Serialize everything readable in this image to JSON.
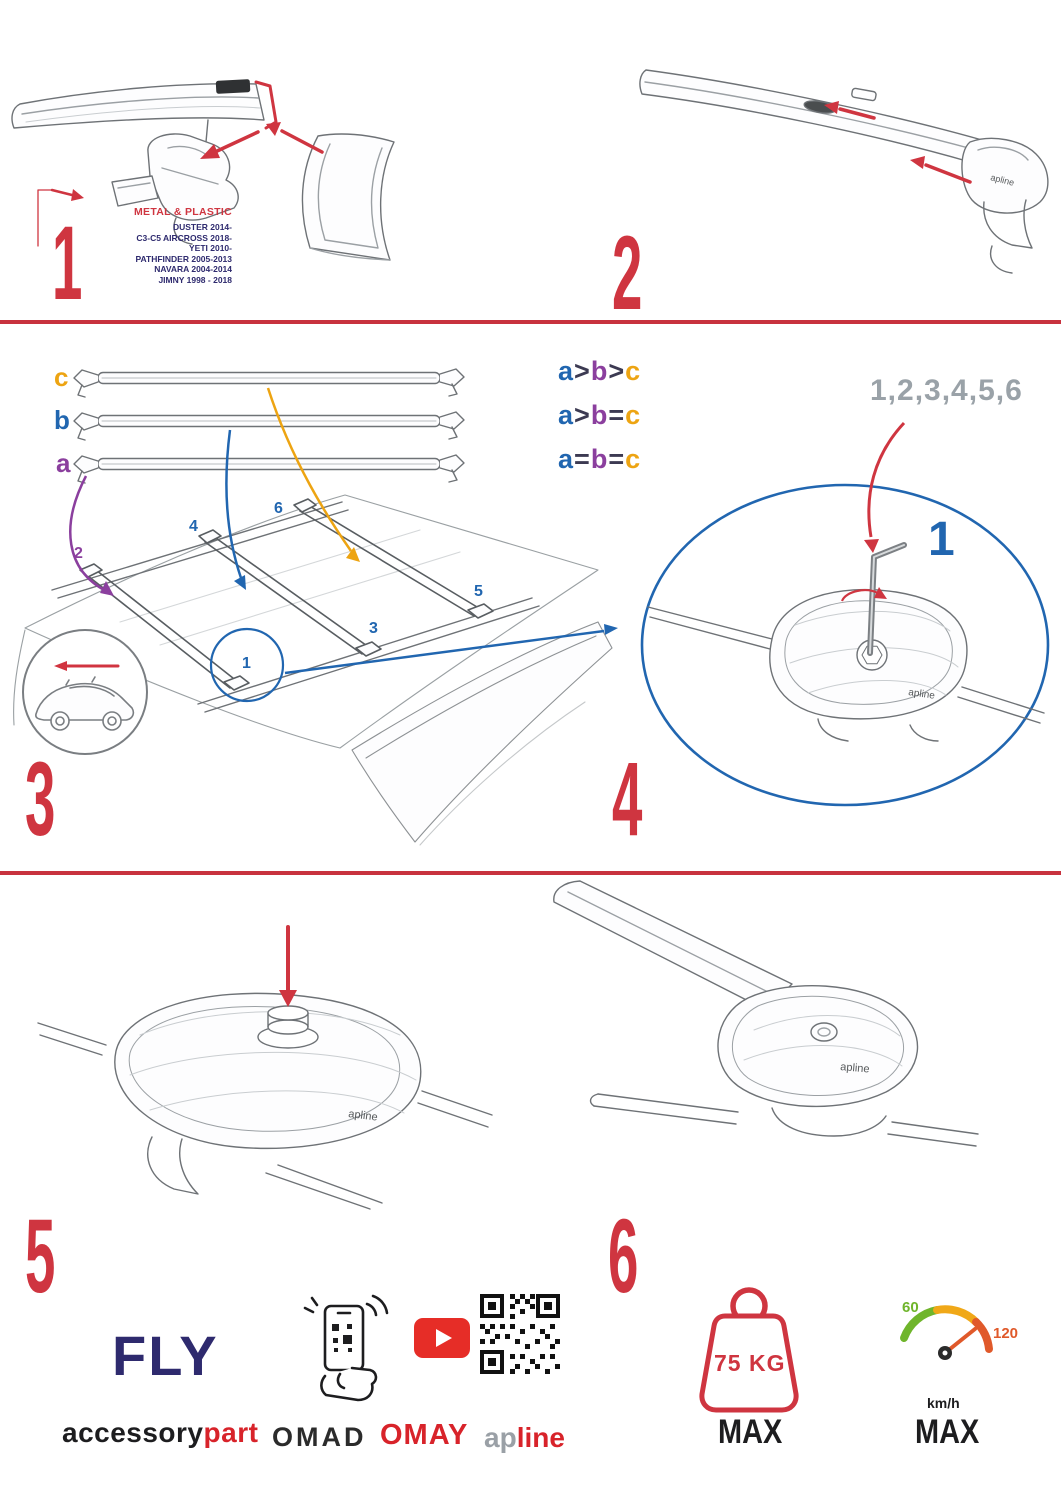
{
  "palette": {
    "red": "#cf3540",
    "navy": "#2e2a6e",
    "blue": "#2166b0",
    "purple": "#8b3f9e",
    "orange": "#eda412",
    "gray": "#9aa2a8",
    "line_gray": "#6e7276",
    "brand_red": "#d8232a",
    "green": "#6fb52b",
    "speed_orange": "#e0592a"
  },
  "step1": {
    "number": "1",
    "material": "METAL & PLASTIC",
    "models": [
      "DUSTER 2014-",
      "C3-C5 AIRCROSS 2018-",
      "YETI 2010-",
      "PATHFINDER 2005-2013",
      "NAVARA 2004-2014",
      "JIMNY 1998 - 2018"
    ]
  },
  "step2": {
    "number": "2"
  },
  "step3": {
    "number": "3",
    "bar_top": "c",
    "bar_middle": "b",
    "bar_bottom": "a",
    "comparisons": [
      {
        "a": "a",
        "op1": ">",
        "b": "b",
        "op2": ">",
        "c": "c"
      },
      {
        "a": "a",
        "op1": ">",
        "b": "b",
        "op2": "=",
        "c": "c"
      },
      {
        "a": "a",
        "op1": "=",
        "b": "b",
        "op2": "=",
        "c": "c"
      }
    ],
    "positions": {
      "p1": "1",
      "p2": "2",
      "p3": "3",
      "p4": "4",
      "p5": "5",
      "p6": "6"
    }
  },
  "step4": {
    "number": "4",
    "sequence": "1,2,3,4,5,6",
    "first": "1"
  },
  "step5": {
    "number": "5"
  },
  "step6": {
    "number": "6"
  },
  "branding": {
    "fly": "FLY",
    "accessory": "accessory",
    "part": "part",
    "omad": "OMAD",
    "omay": "OMAY",
    "apline_ap": "ap",
    "apline_line": "line",
    "apline_mark": "apline"
  },
  "limits": {
    "weight": "75 KG",
    "weight_max": "MAX",
    "speed_min": "60",
    "speed_max_value": "120",
    "speed_unit": "km/h",
    "speed_max": "MAX"
  }
}
